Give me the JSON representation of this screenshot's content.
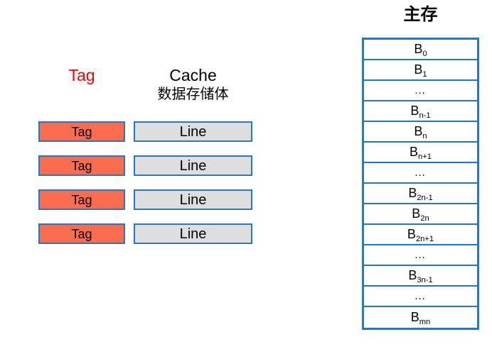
{
  "colors": {
    "tag_fill": "#FA6C50",
    "line_fill": "#DEDEDE",
    "border_blue": "#1F7BC8",
    "tag_label_red": "#FF0000",
    "text_black": "#000000",
    "background": "#FFFFFF"
  },
  "cache": {
    "tag_header": "Tag",
    "data_header_line1": "Cache",
    "data_header_line2": "数据存储体",
    "rows": [
      {
        "tag": "Tag",
        "line": "Line"
      },
      {
        "tag": "Tag",
        "line": "Line"
      },
      {
        "tag": "Tag",
        "line": "Line"
      },
      {
        "tag": "Tag",
        "line": "Line"
      }
    ]
  },
  "memory": {
    "title": "主存",
    "rows": [
      {
        "base": "B",
        "sub": "0",
        "ellipsis": false
      },
      {
        "base": "B",
        "sub": "1",
        "ellipsis": false
      },
      {
        "base": "…",
        "sub": "",
        "ellipsis": true
      },
      {
        "base": "B",
        "sub": "n-1",
        "ellipsis": false
      },
      {
        "base": "B",
        "sub": "n",
        "ellipsis": false
      },
      {
        "base": "B",
        "sub": "n+1",
        "ellipsis": false
      },
      {
        "base": "…",
        "sub": "",
        "ellipsis": true
      },
      {
        "base": "B",
        "sub": "2n-1",
        "ellipsis": false
      },
      {
        "base": "B",
        "sub": "2n",
        "ellipsis": false
      },
      {
        "base": "B",
        "sub": "2n+1",
        "ellipsis": false
      },
      {
        "base": "…",
        "sub": "",
        "ellipsis": true
      },
      {
        "base": "B",
        "sub": "3n-1",
        "ellipsis": false
      },
      {
        "base": "…",
        "sub": "",
        "ellipsis": true
      },
      {
        "base": "B",
        "sub": "mn",
        "ellipsis": false
      }
    ]
  }
}
